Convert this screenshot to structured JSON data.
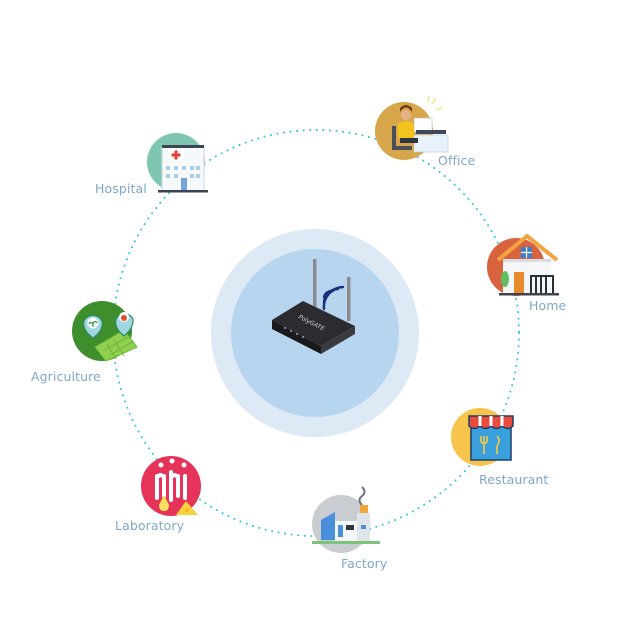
{
  "router": {
    "brand": "PolyGATE"
  },
  "nodes": [
    {
      "id": "office",
      "label": "Office",
      "icon": "office-worker-icon",
      "bg": "#d8a64a"
    },
    {
      "id": "home",
      "label": "Home",
      "icon": "house-icon",
      "bg": "#d9633f"
    },
    {
      "id": "restaurant",
      "label": "Restaurant",
      "icon": "restaurant-storefront-icon",
      "bg": "#f7c54b"
    },
    {
      "id": "factory",
      "label": "Factory",
      "icon": "factory-icon",
      "bg": "#c9ccd0"
    },
    {
      "id": "laboratory",
      "label": "Laboratory",
      "icon": "laboratory-flask-icon",
      "bg": "#e6335a"
    },
    {
      "id": "agriculture",
      "label": "Agriculture",
      "icon": "agriculture-field-icon",
      "bg": "#3f8e2e"
    },
    {
      "id": "hospital",
      "label": "Hospital",
      "icon": "hospital-building-icon",
      "bg": "#7fc6b2"
    }
  ],
  "colors": {
    "ring": "#35c6e8",
    "halo_outer": "#dde9f5",
    "halo_inner": "#b7d5ee",
    "label": "#7fa8c9",
    "router_body": "#2a2a2e",
    "wifi": "#1b2f7a"
  }
}
